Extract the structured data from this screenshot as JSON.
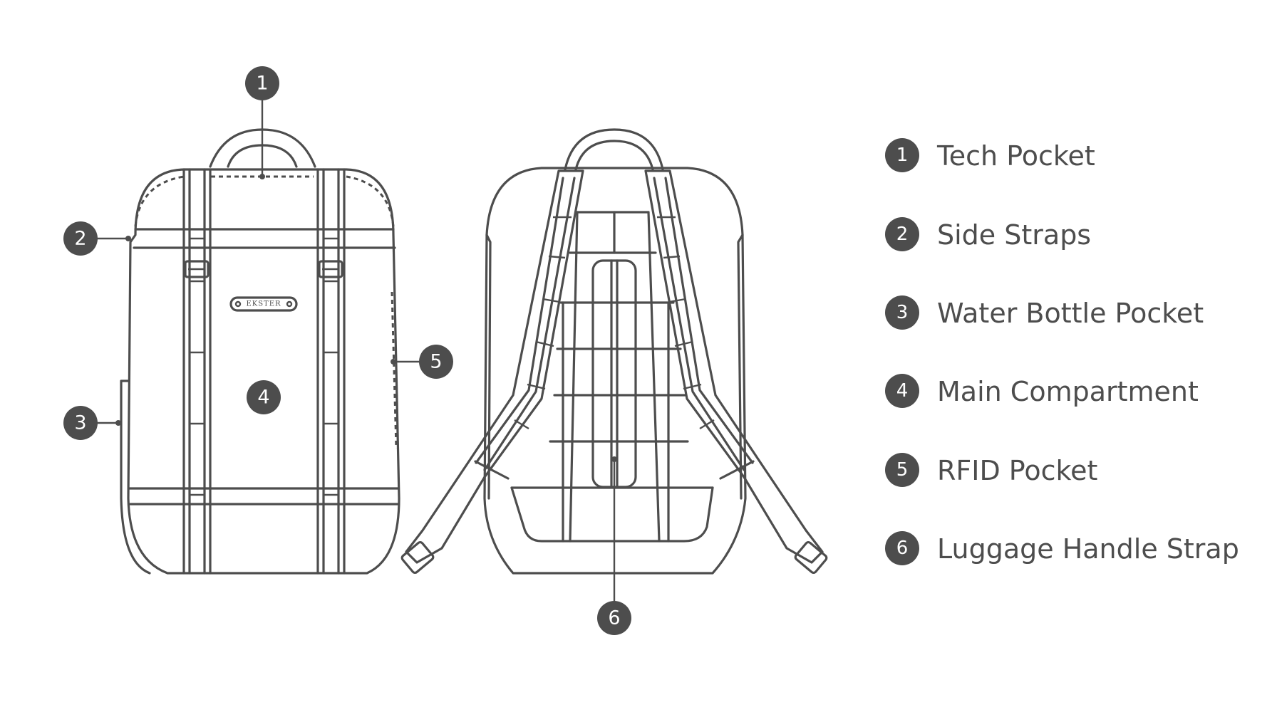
{
  "brand": "EKSTER",
  "legend": [
    {
      "number": "1",
      "label": "Tech Pocket"
    },
    {
      "number": "2",
      "label": "Side Straps"
    },
    {
      "number": "3",
      "label": "Water Bottle Pocket"
    },
    {
      "number": "4",
      "label": "Main Compartment"
    },
    {
      "number": "5",
      "label": "RFID Pocket"
    },
    {
      "number": "6",
      "label": "Luggage Handle Strap"
    }
  ],
  "callouts": [
    "1",
    "2",
    "3",
    "4",
    "5",
    "6"
  ],
  "colors": {
    "line": "#4d4d4d",
    "badge": "#4d4d4d",
    "background": "#ffffff"
  }
}
